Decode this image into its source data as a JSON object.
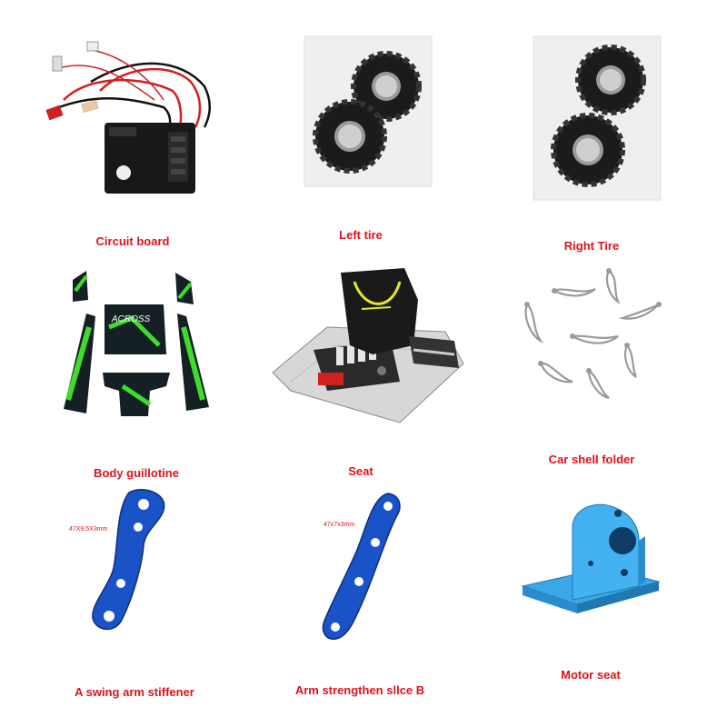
{
  "products": [
    {
      "id": "circuit-board",
      "label": "Circuit board"
    },
    {
      "id": "left-tire",
      "label": "Left tire"
    },
    {
      "id": "right-tire",
      "label": "Right Tire"
    },
    {
      "id": "body-guillotine",
      "label": "Body guillotine",
      "logo_text": "ACROSS"
    },
    {
      "id": "seat",
      "label": "Seat"
    },
    {
      "id": "car-shell-folder",
      "label": "Car shell folder"
    },
    {
      "id": "swing-arm-stiffener",
      "label": "A swing arm stiffener",
      "dimensions": "47X9.5X3mm"
    },
    {
      "id": "arm-strengthen-slice-b",
      "label": "Arm strengthen sllce B",
      "dimensions": "47x7x3mm"
    },
    {
      "id": "motor-seat",
      "label": "Motor seat"
    }
  ],
  "colors": {
    "label": "#e0121b",
    "aluminum_blue": "#1a52c8",
    "motor_seat_blue": "#3aa7e8",
    "decal_green": "#3fdc2a",
    "tire_black": "#1b1b1b"
  }
}
